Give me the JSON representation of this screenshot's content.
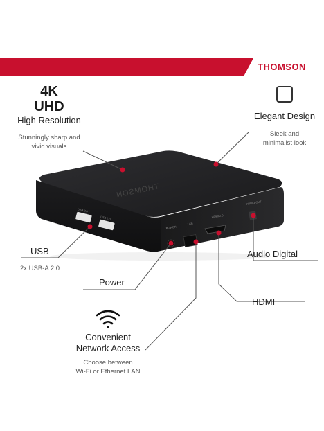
{
  "brand": "THOMSON",
  "features": {
    "uhd": {
      "title_line1": "4K",
      "title_line2": "UHD",
      "label": "High Resolution",
      "desc_line1": "Stunningly sharp and",
      "desc_line2": "vivid visuals"
    },
    "design": {
      "label": "Elegant Design",
      "desc_line1": "Sleek and",
      "desc_line2": "minimalist look"
    },
    "usb": {
      "label": "USB",
      "desc": "2x USB-A 2.0"
    },
    "audio": {
      "label": "Audio Digital"
    },
    "power": {
      "label": "Power"
    },
    "hdmi": {
      "label": "HDMI"
    },
    "network": {
      "label_line1": "Convenient",
      "label_line2": "Network Access",
      "desc_line1": "Choose between",
      "desc_line2": "Wi-Fi or Ethernet LAN"
    }
  },
  "ports": {
    "usb1": "USB 2.0",
    "usb2": "USB 2.0",
    "power": "POWER",
    "lan": "LAN",
    "hdmi": "HDMI 2.0",
    "audio": "AUDIO OUT"
  },
  "device_logo": "THOMSON",
  "colors": {
    "accent": "#c8102e",
    "device": "#1c1c1e",
    "line": "#555555"
  },
  "icons": {
    "design": "rounded-square-icon",
    "network": "wifi-icon"
  }
}
